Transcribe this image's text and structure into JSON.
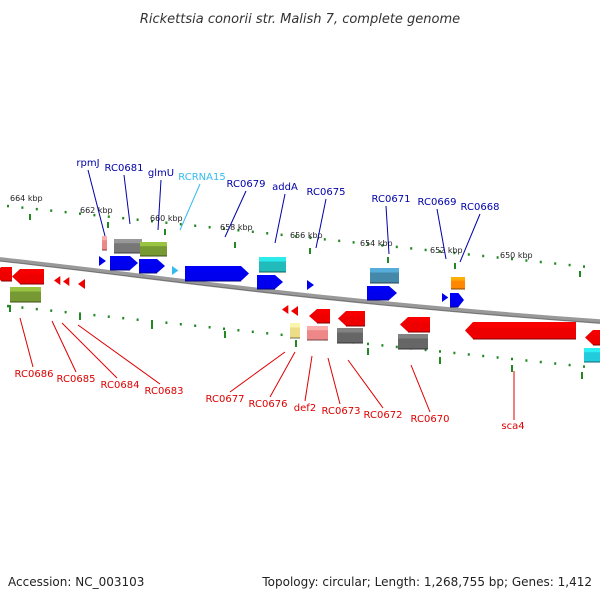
{
  "title": "Rickettsia conorii str. Malish 7, complete genome",
  "footer": {
    "accession": "Accession: NC_003103",
    "summary": "Topology: circular; Length: 1,268,755 bp; Genes: 1,412"
  },
  "colors": {
    "forward_gene": "#0000ee",
    "reverse_gene": "#ee0000",
    "rna": "#33bbee",
    "backbone": "#888888",
    "ruler_tick": "#228822"
  },
  "ruler_labels": {
    "outer": [
      "664 kbp",
      "662 kbp",
      "660 kbp",
      "658 kbp",
      "656 kbp",
      "654 kbp",
      "652 kbp",
      "650 kbp"
    ]
  },
  "genes_forward": [
    "rpmJ",
    "RC0681",
    "glmU",
    "RCRNA15",
    "RC0679",
    "addA",
    "RC0675",
    "RC0671",
    "RC0669",
    "RC0668"
  ],
  "genes_reverse": [
    "RC0686",
    "RC0685",
    "RC0684",
    "RC0683",
    "RC0677",
    "RC0676",
    "def2",
    "RC0673",
    "RC0672",
    "RC0670",
    "sca4"
  ]
}
